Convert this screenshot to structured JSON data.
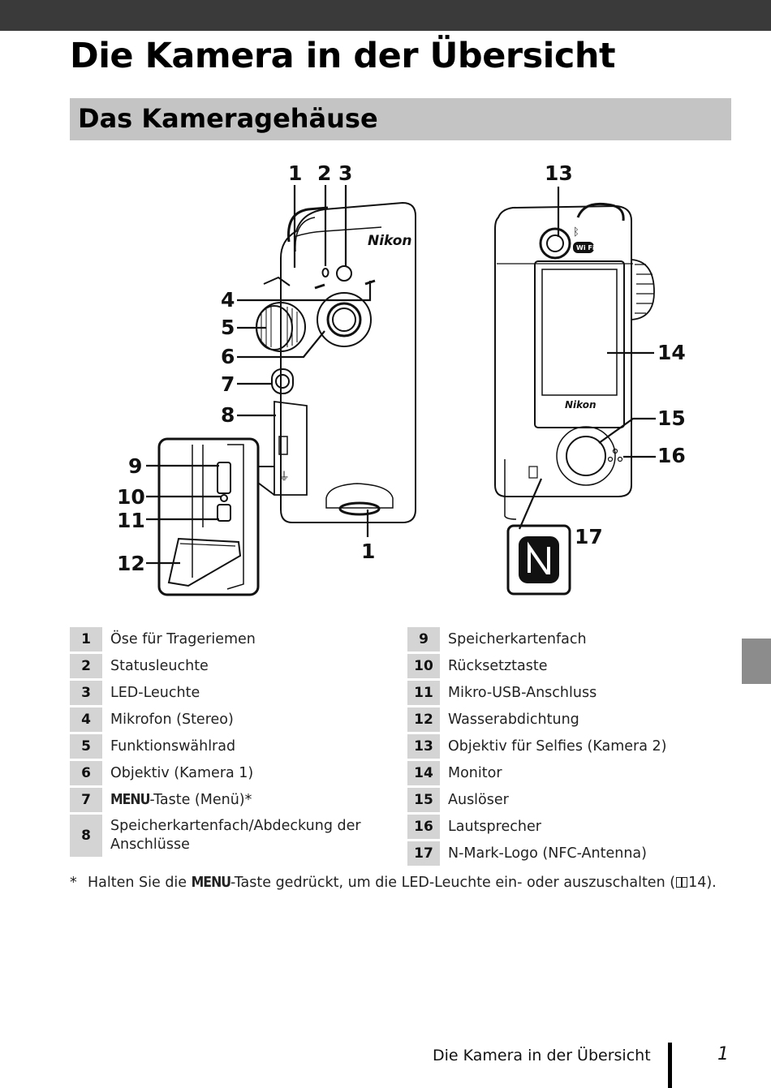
{
  "page": {
    "title": "Die Kamera in der Übersicht",
    "section": "Das Kameragehäuse"
  },
  "diagram": {
    "callouts": [
      "1",
      "2",
      "3",
      "4",
      "5",
      "6",
      "7",
      "8",
      "9",
      "10",
      "11",
      "12",
      "1",
      "13",
      "14",
      "15",
      "16",
      "17"
    ],
    "logo_text": "Nikon",
    "wifi_text": "Wi Fi"
  },
  "parts_left": [
    {
      "num": "1",
      "label": "Öse für Trageriemen"
    },
    {
      "num": "2",
      "label": "Statusleuchte"
    },
    {
      "num": "3",
      "label": "LED-Leuchte"
    },
    {
      "num": "4",
      "label": "Mikrofon (Stereo)"
    },
    {
      "num": "5",
      "label": "Funktionswählrad"
    },
    {
      "num": "6",
      "label": "Objektiv (Kamera 1)"
    },
    {
      "num": "7",
      "label_glyph": "MENU",
      "label": "-Taste (Menü)*"
    },
    {
      "num": "8",
      "label": "Speicherkartenfach/Abdeckung der Anschlüsse"
    }
  ],
  "parts_right": [
    {
      "num": "9",
      "label": "Speicherkartenfach"
    },
    {
      "num": "10",
      "label": "Rücksetztaste"
    },
    {
      "num": "11",
      "label": "Mikro-USB-Anschluss"
    },
    {
      "num": "12",
      "label": "Wasserabdichtung"
    },
    {
      "num": "13",
      "label": "Objektiv für Selfies (Kamera 2)"
    },
    {
      "num": "14",
      "label": "Monitor"
    },
    {
      "num": "15",
      "label": "Auslöser"
    },
    {
      "num": "16",
      "label": "Lautsprecher"
    },
    {
      "num": "17",
      "label": "N-Mark-Logo (NFC-Antenna)"
    }
  ],
  "footnote": {
    "marker": "*",
    "pre": "Halten Sie die ",
    "glyph": "MENU",
    "post": "-Taste gedrückt, um die LED-Leuchte ein- oder auszuschalten (",
    "ref": "14",
    "end": ")."
  },
  "footer": {
    "title": "Die Kamera in der Übersicht",
    "page": "1"
  }
}
